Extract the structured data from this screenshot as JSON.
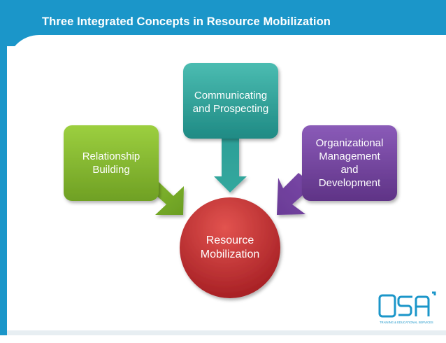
{
  "slide": {
    "title": "Three Integrated Concepts in Resource Mobilization"
  },
  "diagram": {
    "center": {
      "label": "Resource\nMobilization",
      "color": "#c0282c"
    },
    "boxes": [
      {
        "id": "relationship",
        "label": "Relationship\nBuilding",
        "color": "#7bb02a"
      },
      {
        "id": "communicating",
        "label": "Communicating\nand Prospecting",
        "color": "#24968f"
      },
      {
        "id": "organizational",
        "label": "Organizational\nManagement\nand\nDevelopment",
        "color": "#6e3e97"
      }
    ]
  },
  "logo": {
    "letters": "OSA",
    "tagline": "TRAINING & EDUCATIONAL SERVICES",
    "color": "#1b96c9"
  }
}
